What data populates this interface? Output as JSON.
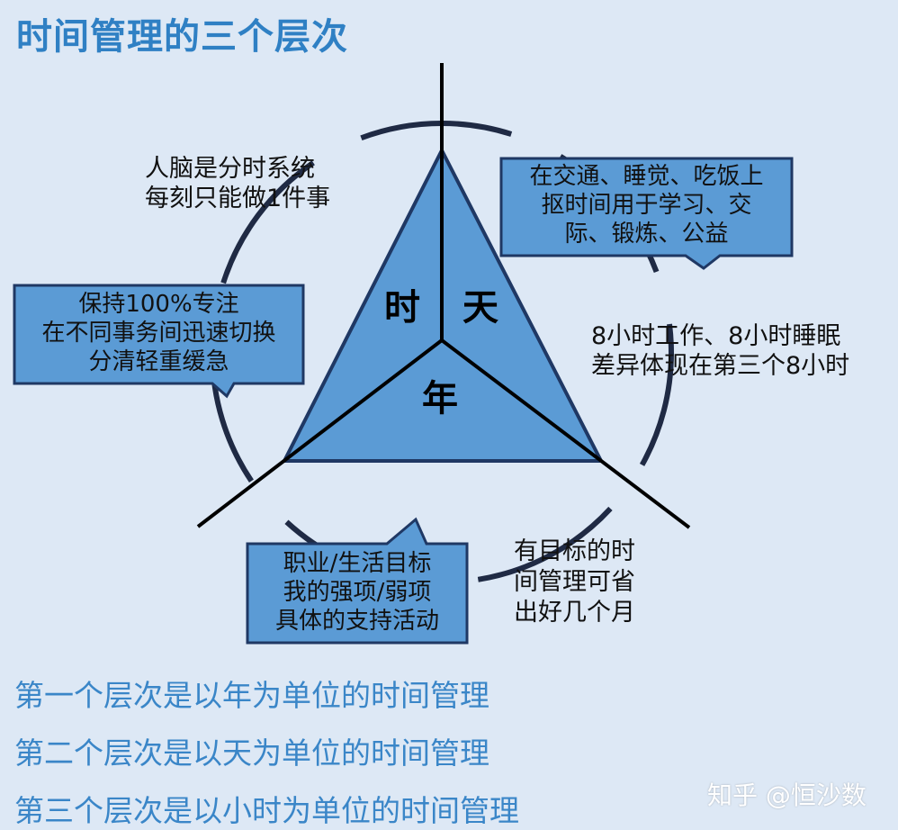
{
  "title": "时间管理的三个层次",
  "triangle": {
    "label_hour": "时",
    "label_day": "天",
    "label_year": "年"
  },
  "notes": {
    "brain": [
      "人脑是分时系统",
      "每刻只能做1件事"
    ],
    "eight_hours": [
      "8小时工作、8小时睡眠",
      "差异体现在第三个8小时"
    ],
    "goal": [
      "有目标的时",
      "间管理可省",
      "出好几个月"
    ]
  },
  "callouts": {
    "focus": [
      "保持100%专注",
      "在不同事务间迅速切换",
      "分清轻重缓急"
    ],
    "transit": [
      "在交通、睡觉、吃饭上",
      "抠时间用于学习、交",
      "际、锻炼、公益"
    ],
    "career": [
      "职业/生活目标",
      "我的强项/弱项",
      "具体的支持活动"
    ]
  },
  "levels": [
    "第一个层次是以年为单位的时间管理",
    "第二个层次是以天为单位的时间管理",
    "第三个层次是以小时为单位的时间管理"
  ],
  "watermark": "知乎 @恒沙数",
  "colors": {
    "background": "#dde8f5",
    "triangle_fill": "#5b9bd5",
    "callout_fill": "#5b9bd5",
    "callout_border": "#1f3864",
    "title": "#2f80c4",
    "levels_text": "#3a86c8",
    "circle": "#1f2a44"
  }
}
